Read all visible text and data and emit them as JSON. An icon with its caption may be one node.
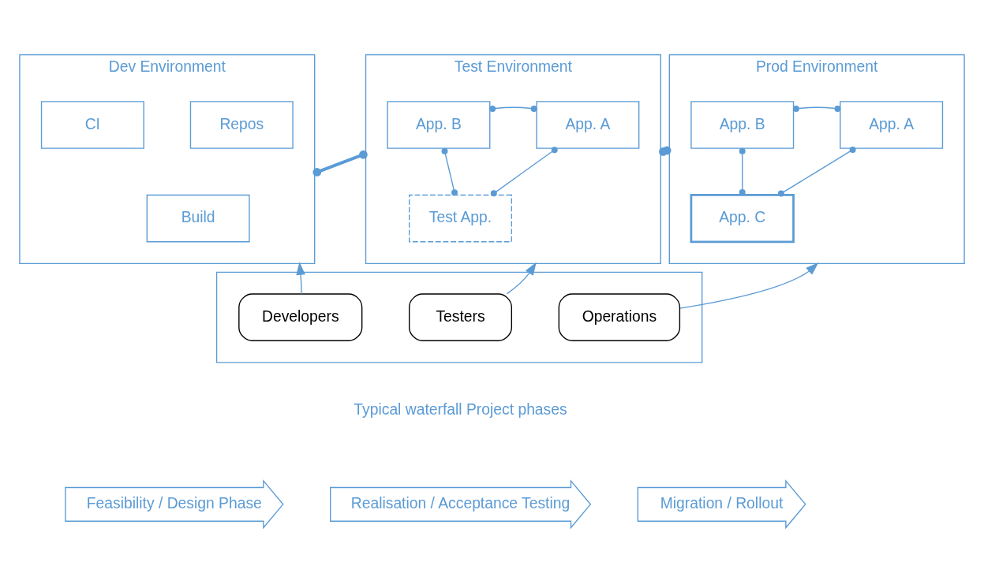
{
  "diagram": {
    "nodes": [
      {
        "text": [
          "Dev Environment"
        ]
      },
      {
        "text": [
          "CI"
        ],
        "in": 0
      },
      {
        "text": [
          "Repos"
        ],
        "in": 0
      },
      {
        "text": [
          "Build"
        ],
        "in": 0
      },
      {
        "text": [
          "Test Environment"
        ]
      },
      {
        "text": [
          "App. B"
        ],
        "in": 4
      },
      {
        "text": [
          "App. A"
        ],
        "in": 4
      },
      {
        "text": [
          "Test App."
        ],
        "in": 4
      },
      {
        "text": [
          "Prod Environment"
        ]
      },
      {
        "text": [
          "App. B"
        ],
        "in": 8
      },
      {
        "text": [
          "App. A"
        ],
        "in": 8
      },
      {
        "text": [
          "App. C"
        ],
        "in": 8
      },
      {
        "text": [],
        "shape": "box"
      },
      {
        "text": [
          "Developers"
        ],
        "in": 12
      },
      {
        "text": [
          "Testers"
        ],
        "in": 12
      },
      {
        "text": [
          "Operations"
        ],
        "in": 12
      },
      {
        "text": [
          "Feasibility / Design Phase"
        ]
      },
      {
        "text": [
          "Realisation / Acceptance Testing"
        ]
      },
      {
        "text": [
          "Migration / Rollout"
        ]
      }
    ],
    "edges": [
      {
        "from": 5,
        "to": 6,
        "arrow": "other"
      },
      {
        "from": 6,
        "to": 7,
        "arrow": "other"
      },
      {
        "from": 5,
        "to": 7,
        "arrow": "other"
      },
      {
        "from": 9,
        "to": 10,
        "arrow": "other"
      },
      {
        "from": 10,
        "to": 11,
        "arrow": "other"
      },
      {
        "from": 9,
        "to": 11,
        "arrow": "other"
      },
      {
        "from": 0,
        "to": 4,
        "arrow": "other",
        "style": "thick"
      },
      {
        "from": 4,
        "to": 8,
        "arrow": "other",
        "style": "thick"
      },
      {
        "from": 13,
        "to": 0,
        "arrow": "to"
      },
      {
        "from": 14,
        "to": 4,
        "arrow": "to"
      },
      {
        "from": 15,
        "to": 8,
        "arrow": "to"
      }
    ],
    "labels": [
      "Typical waterfall Project phases"
    ]
  }
}
